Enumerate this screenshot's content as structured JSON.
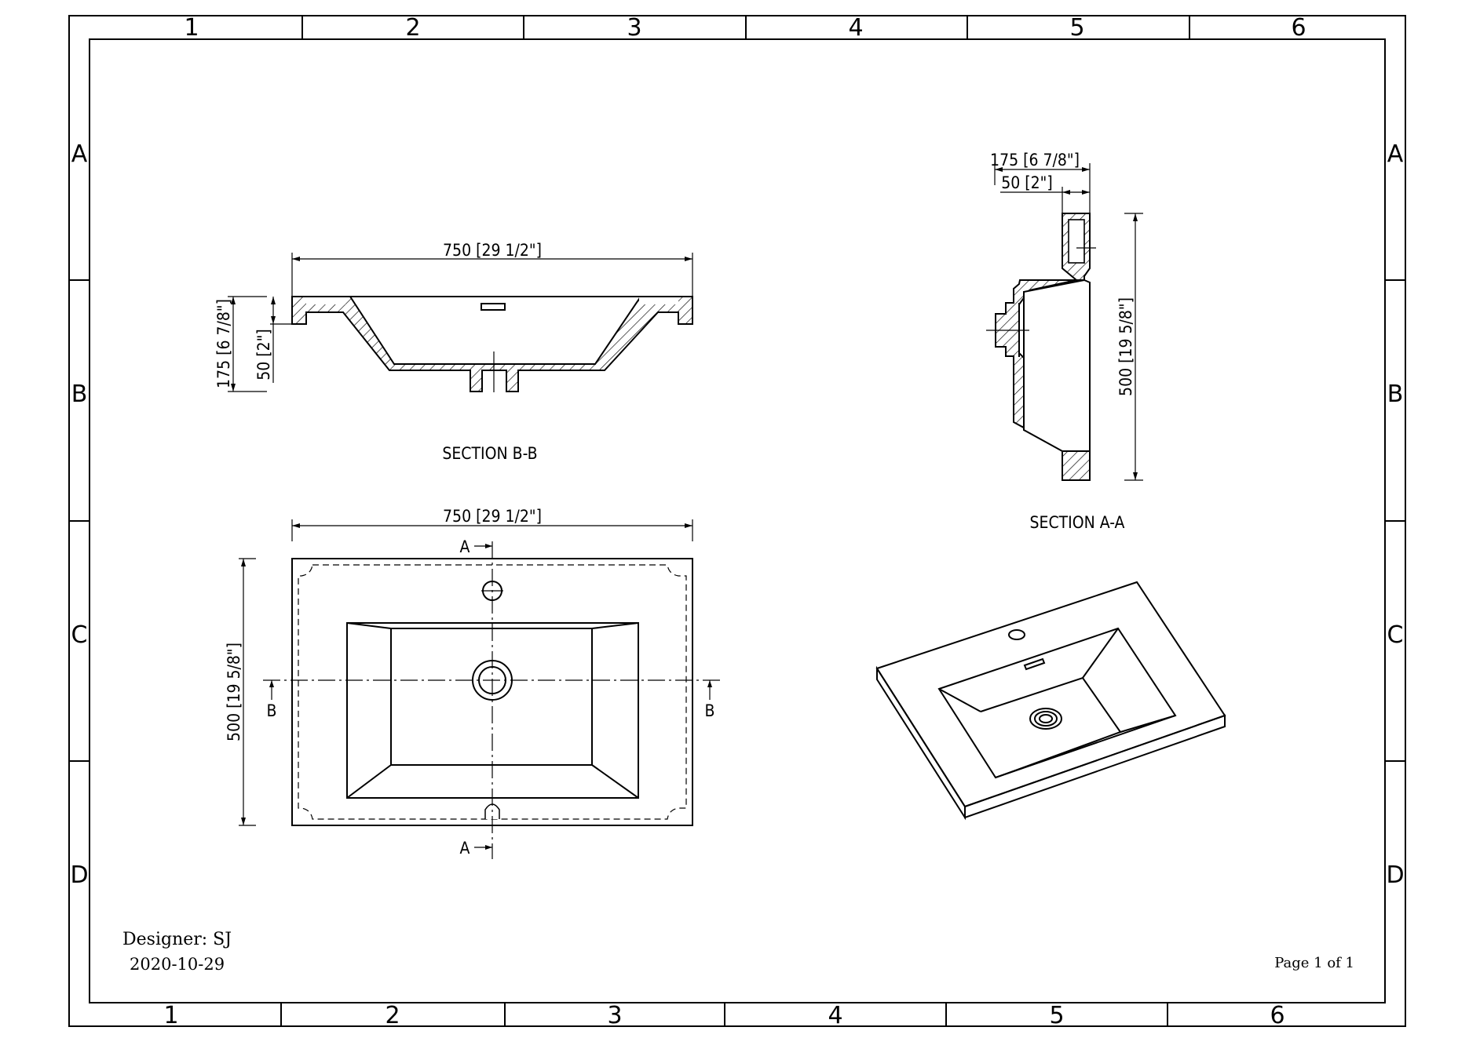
{
  "frame": {
    "columns": [
      "1",
      "2",
      "3",
      "4",
      "5",
      "6"
    ],
    "rows": [
      "A",
      "B",
      "C",
      "D"
    ]
  },
  "section_bb": {
    "title": "SECTION B-B",
    "width_dim": "750 [29 1/2\"]",
    "height_total_dim": "175 [6 7/8\"]",
    "height_deck_dim": "50 [2\"]"
  },
  "section_aa": {
    "title": "SECTION A-A",
    "depth_total_dim": "175 [6 7/8\"]",
    "depth_deck_dim": "50 [2\"]",
    "length_dim": "500 [19 5/8\"]"
  },
  "plan_view": {
    "width_dim": "750 [29 1/2\"]",
    "depth_dim": "500 [19 5/8\"]",
    "cut_a_top": "A",
    "cut_a_bottom": "A",
    "cut_b_left": "B",
    "cut_b_right": "B"
  },
  "title_block": {
    "designer": "Designer: SJ",
    "date": "2020-10-29",
    "page": "Page 1 of 1"
  }
}
